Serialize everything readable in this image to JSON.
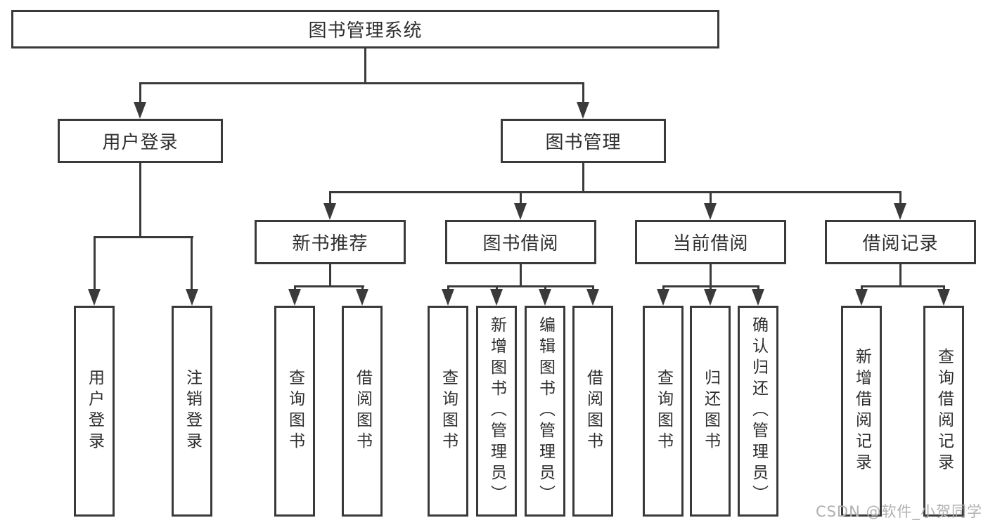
{
  "theme": {
    "line_color": "#3a3a3a",
    "text_color": "#2e2e2e",
    "watermark_color": "#b0b0b0",
    "bg_color": "#ffffff"
  },
  "tree": {
    "label": "图书管理系统",
    "children": [
      {
        "label": "用户登录",
        "children": [
          {
            "label": "用户登录"
          },
          {
            "label": "注销登录"
          }
        ]
      },
      {
        "label": "图书管理",
        "children": [
          {
            "label": "新书推荐",
            "children": [
              {
                "label": "查询图书"
              },
              {
                "label": "借阅图书"
              }
            ]
          },
          {
            "label": "图书借阅",
            "children": [
              {
                "label": "查询图书"
              },
              {
                "label": "新增图书（管理员）"
              },
              {
                "label": "编辑图书（管理员）"
              },
              {
                "label": "借阅图书"
              }
            ]
          },
          {
            "label": "当前借阅",
            "children": [
              {
                "label": "查询图书"
              },
              {
                "label": "归还图书"
              },
              {
                "label": "确认归还（管理员）"
              }
            ]
          },
          {
            "label": "借阅记录",
            "children": [
              {
                "label": "新增借阅记录"
              },
              {
                "label": "查询借阅记录"
              }
            ]
          }
        ]
      }
    ]
  },
  "watermark": {
    "text": "CSDN @软件_小贺同学"
  }
}
